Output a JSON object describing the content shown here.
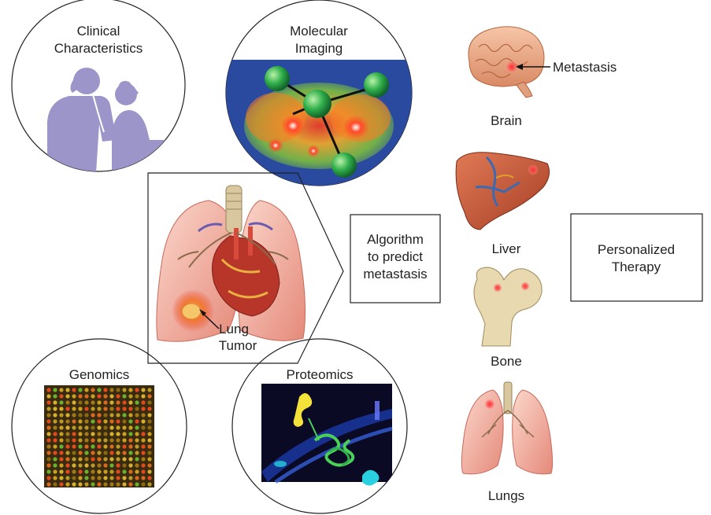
{
  "panels": {
    "clinical": {
      "line1": "Clinical",
      "line2": "Characteristics"
    },
    "imaging": {
      "line1": "Molecular",
      "line2": "Imaging"
    },
    "genomics": {
      "label": "Genomics"
    },
    "proteomics": {
      "label": "Proteomics"
    },
    "tumor": {
      "line1": "Lung",
      "line2": "Tumor"
    }
  },
  "algorithm": {
    "line1": "Algorithm",
    "line2": "to predict",
    "line3": "metastasis"
  },
  "therapy": {
    "line1": "Personalized",
    "line2": "Therapy"
  },
  "metastasis_sites": {
    "brain": "Brain",
    "brain_callout": "Metastasis",
    "liver": "Liver",
    "bone": "Bone",
    "lungs": "Lungs"
  },
  "colors": {
    "silhouette": "#9b95c9",
    "imaging_bg": "#2a4aa0",
    "node_green": "#2fae4a",
    "lung_pink": "#f2b2a6",
    "tumor_red": "#e8432f",
    "liver_brown": "#c9573a",
    "bone_tan": "#e8d9b0",
    "microarray_bg": "#3a2a10",
    "proteomics_bg": "#0a0a25"
  }
}
